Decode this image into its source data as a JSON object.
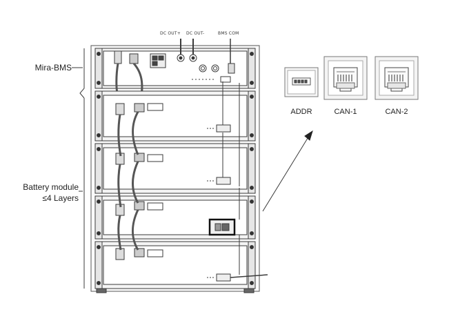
{
  "labels": {
    "dc_out_plus": "DC OUT+",
    "dc_out_minus": "DC OUT-",
    "bms_com": "BMS COM",
    "mira_bms": "Mira-BMS",
    "battery_module_line1": "Battery module",
    "battery_module_line2": "≤4 Layers"
  },
  "ports": [
    {
      "id": "addr",
      "label": "ADDR"
    },
    {
      "id": "can1",
      "label": "CAN-1"
    },
    {
      "id": "can2",
      "label": "CAN-2"
    }
  ],
  "colors": {
    "line": "#3a3a3a",
    "panel": "#f4f4f4",
    "border": "#555555"
  }
}
